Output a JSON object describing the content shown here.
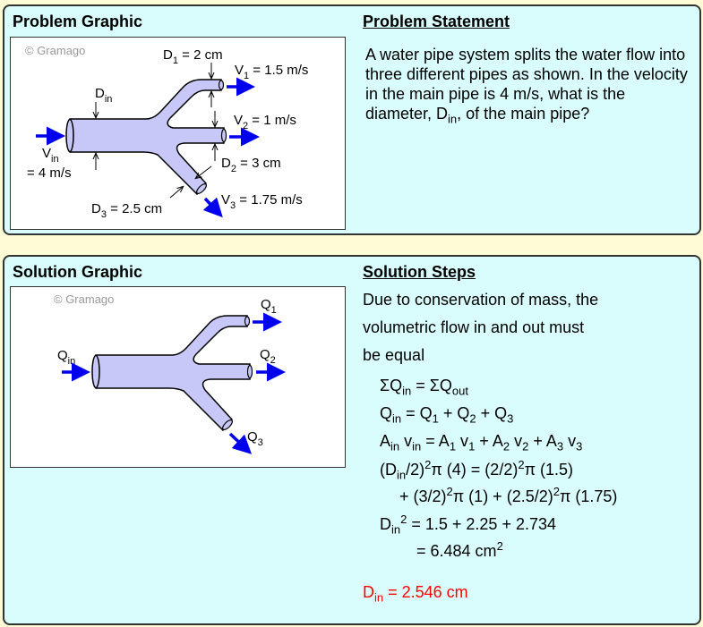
{
  "problem": {
    "graphic_title": "Problem Graphic",
    "statement_title": "Problem Statement",
    "statement": "A water pipe system splits the water flow into three different pipes as shown. In the velocity in the main pipe is 4 m/s, what is the diameter, D",
    "statement_sub": "in",
    "statement_end": ", of the main pipe?",
    "watermark": "© Gramago",
    "labels": {
      "d1": "D",
      "d1_sub": "1",
      "d1_val": " = 2 cm",
      "v1": "V",
      "v1_sub": "1",
      "v1_val": " = 1.5 m/s",
      "v2": "V",
      "v2_sub": "2",
      "v2_val": " = 1 m/s",
      "d2": "D",
      "d2_sub": "2",
      "d2_val": " = 3 cm",
      "v3": "V",
      "v3_sub": "3",
      "v3_val": " = 1.75 m/s",
      "d3": "D",
      "d3_sub": "3",
      "d3_val": " = 2.5 cm",
      "din": "D",
      "din_sub": "in",
      "vin": "V",
      "vin_sub": "in",
      "vin_val": "= 4 m/s"
    }
  },
  "solution": {
    "graphic_title": "Solution Graphic",
    "steps_title": "Solution Steps",
    "watermark": "© Gramago",
    "labels": {
      "qin": "Q",
      "qin_sub": "in",
      "q1": "Q",
      "q1_sub": "1",
      "q2": "Q",
      "q2_sub": "2",
      "q3": "Q",
      "q3_sub": "3"
    },
    "intro": [
      "Due to conservation of mass, the",
      "volumetric flow in and out must",
      "be equal"
    ],
    "answer": "D",
    "answer_sub": "in",
    "answer_val": " = 2.546 cm"
  },
  "colors": {
    "pipe": "#c8c8f8",
    "arrow": "#0000ee",
    "answer": "#ff0000"
  }
}
